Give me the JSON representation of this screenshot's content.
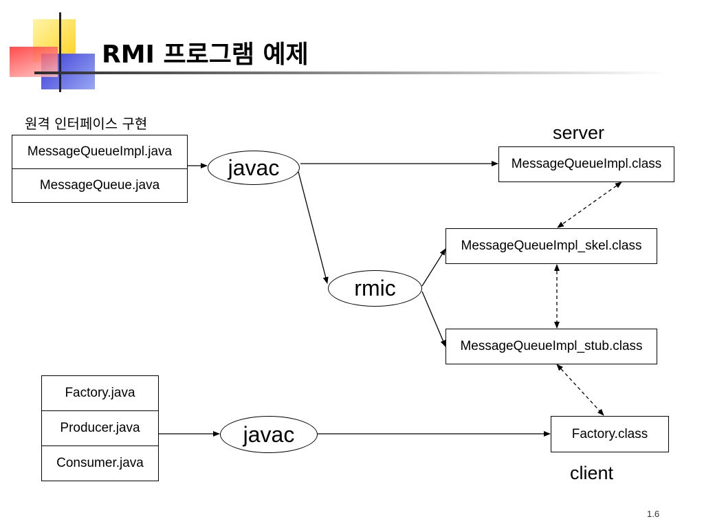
{
  "slide": {
    "title": "RMI 프로그램 예제",
    "page_number": "1.6"
  },
  "labels": {
    "remote_interface": "원격 인터페이스 구현",
    "server": "server",
    "client": "client"
  },
  "sources_server": [
    "MessageQueueImpl.java",
    "MessageQueue.java"
  ],
  "sources_client": [
    "Factory.java",
    "Producer.java",
    "Consumer.java"
  ],
  "tools": {
    "javac_server": "javac",
    "rmic": "rmic",
    "javac_client": "javac"
  },
  "outputs": {
    "impl_class": "MessageQueueImpl.class",
    "skel_class": "MessageQueueImpl_skel.class",
    "stub_class": "MessageQueueImpl_stub.class",
    "factory_class": "Factory.class"
  },
  "colors": {
    "deco_yellow": "#ffd21f",
    "deco_red": "#ff2d2d",
    "deco_blue": "#3b3bd8"
  }
}
